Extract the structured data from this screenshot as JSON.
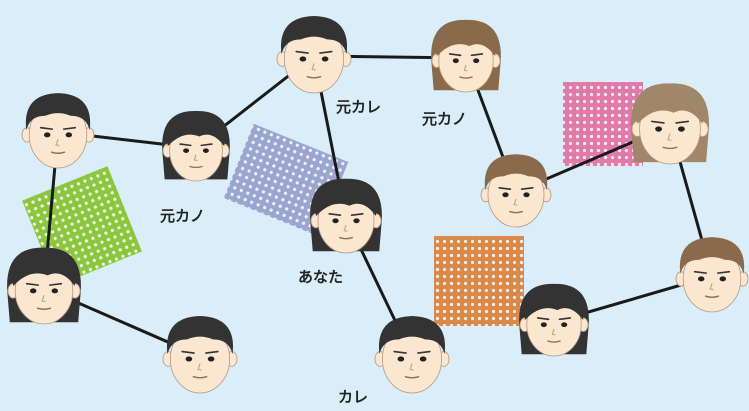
{
  "labels": {
    "you": "あなた",
    "boyfriend": "カレ",
    "ex_boyfriend": "元カレ",
    "ex_girlfriend_1": "元カノ",
    "ex_girlfriend_2": "元カノ"
  },
  "colors": {
    "background": "#d9eef8",
    "line": "#1a1a1a",
    "patch_green": "#8cc63f",
    "patch_purple": "#9aa6cf",
    "patch_pink": "#e07aa8",
    "patch_orange": "#d9894a",
    "skin": "#fbe6cf",
    "hair_dark": "#333333",
    "hair_brown": "#8a6a4a",
    "hair_light": "#a0876a"
  },
  "people": [
    {
      "id": "p1",
      "role": "man",
      "hair": "hair_dark"
    },
    {
      "id": "p2",
      "role": "ex-girlfriend",
      "hair": "hair_dark"
    },
    {
      "id": "p3",
      "role": "ex-boyfriend",
      "hair": "hair_dark"
    },
    {
      "id": "p4",
      "role": "ex-girlfriend",
      "hair": "hair_brown"
    },
    {
      "id": "p5",
      "role": "woman",
      "hair": "hair_dark"
    },
    {
      "id": "p6",
      "role": "you",
      "hair": "hair_dark"
    },
    {
      "id": "p7",
      "role": "man",
      "hair": "hair_brown"
    },
    {
      "id": "p8",
      "role": "woman",
      "hair": "hair_light"
    },
    {
      "id": "p9",
      "role": "man",
      "hair": "hair_dark"
    },
    {
      "id": "p10",
      "role": "boyfriend",
      "hair": "hair_dark"
    },
    {
      "id": "p11",
      "role": "woman",
      "hair": "hair_dark"
    },
    {
      "id": "p12",
      "role": "man",
      "hair": "hair_brown"
    }
  ],
  "connections": [
    [
      "p1",
      "p2"
    ],
    [
      "p2",
      "p3"
    ],
    [
      "p3",
      "p4"
    ],
    [
      "p3",
      "p6"
    ],
    [
      "p4",
      "p7"
    ],
    [
      "p7",
      "p8"
    ],
    [
      "p8",
      "p12"
    ],
    [
      "p12",
      "p11"
    ],
    [
      "p6",
      "p10"
    ],
    [
      "p1",
      "p5"
    ],
    [
      "p5",
      "p9"
    ]
  ]
}
